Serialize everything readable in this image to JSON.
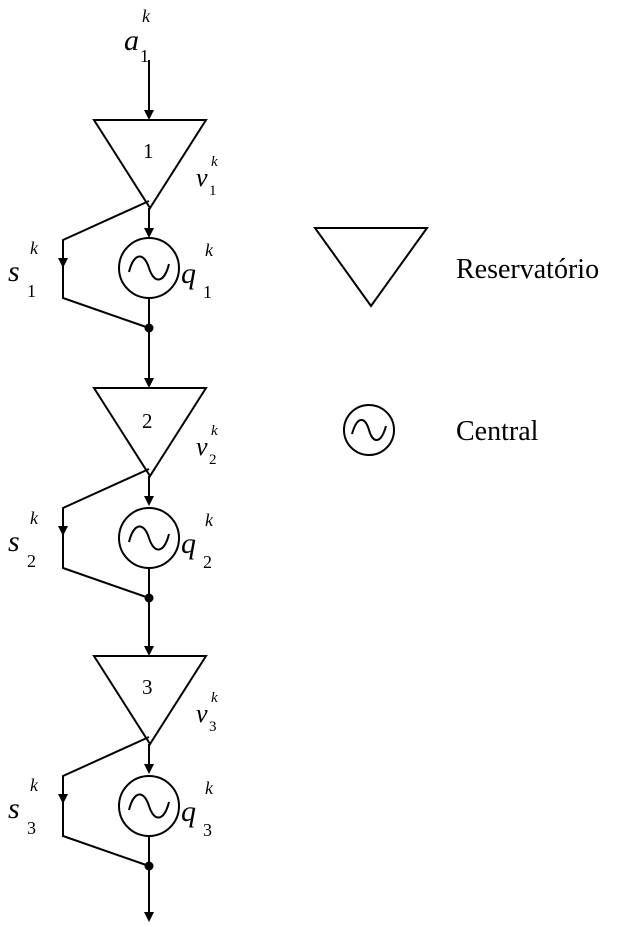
{
  "inflow": {
    "var": "a",
    "sup": "k",
    "sub": "1"
  },
  "cascade": [
    {
      "number": "1",
      "volume": {
        "var": "v",
        "sup": "k",
        "sub": "1"
      },
      "spill": {
        "var": "s",
        "sup": "k",
        "sub": "1"
      },
      "flow": {
        "var": "q",
        "sup": "k",
        "sub": "1"
      }
    },
    {
      "number": "2",
      "volume": {
        "var": "v",
        "sup": "k",
        "sub": "2"
      },
      "spill": {
        "var": "s",
        "sup": "k",
        "sub": "2"
      },
      "flow": {
        "var": "q",
        "sup": "k",
        "sub": "2"
      }
    },
    {
      "number": "3",
      "volume": {
        "var": "v",
        "sup": "k",
        "sub": "3"
      },
      "spill": {
        "var": "s",
        "sup": "k",
        "sub": "3"
      },
      "flow": {
        "var": "q",
        "sup": "k",
        "sub": "3"
      }
    }
  ],
  "legend": {
    "reservoir_label": "Reservatório",
    "plant_label": "Central"
  }
}
